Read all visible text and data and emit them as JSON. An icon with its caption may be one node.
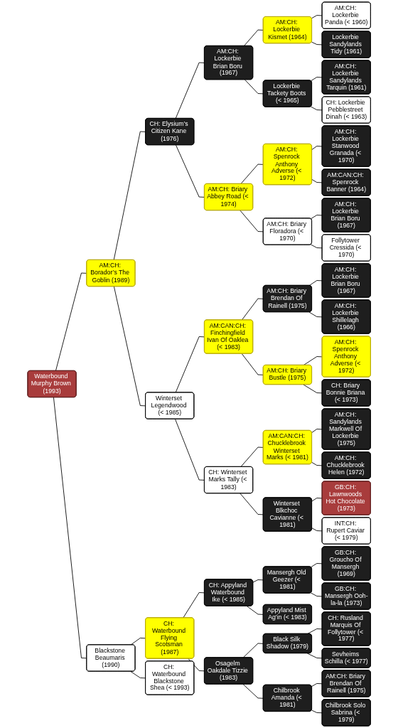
{
  "diagram": {
    "nodes": [
      {
        "text": [
          "AM:CH: Lockerbie Panda (< 1960)"
        ]
      },
      {
        "text": [
          "AM:CH: Lockerbie Kismet (1964)"
        ]
      },
      {
        "text": [
          "Lockerbie Sandylands Tidy (1961)"
        ]
      },
      {
        "text": [
          "AM:CH: Lockerbie Brian Boru (1967)"
        ]
      },
      {
        "text": [
          "AM:CH: Lockerbie Sandylands Tarquin (1961)"
        ]
      },
      {
        "text": [
          "Lockerbie Tackety Boots (< 1965)"
        ]
      },
      {
        "text": [
          "CH: Lockerbie Pebblestreet Dinah (< 1963)"
        ]
      },
      {
        "text": [
          "CH: Elysium’s Citizen Kane (1976)"
        ]
      },
      {
        "text": [
          "AM:CH: Lockerbie Stanwood Granada (< 1970)"
        ]
      },
      {
        "text": [
          "AM:CH: Spenrock Anthony Adverse (< 1972)"
        ]
      },
      {
        "text": [
          "AM:CAN:CH: Spenrock Banner (1964)"
        ]
      },
      {
        "text": [
          "AM:CH: Briary Abbey Road (< 1974)"
        ]
      },
      {
        "text": [
          "AM:CH: Lockerbie Brian Boru (1967)"
        ]
      },
      {
        "text": [
          "AM:CH: Briary Floradora (< 1970)"
        ]
      },
      {
        "text": [
          "Follytower Cressida (< 1970)"
        ]
      },
      {
        "text": [
          "AM:CH: Borador’s The Goblin (1989)"
        ]
      },
      {
        "text": [
          "AM:CH: Lockerbie Brian Boru (1967)"
        ]
      },
      {
        "text": [
          "AM:CH: Briary Brendan Of Rainell (1975)"
        ]
      },
      {
        "text": [
          "AM:CH: Lockerbie Shillelagh (1966)"
        ]
      },
      {
        "text": [
          "AM:CAN:CH: Finchingfield Ivan Of Oaklea (< 1983)"
        ]
      },
      {
        "text": [
          "AM:CH: Spenrock Anthony Adverse (< 1972)"
        ]
      },
      {
        "text": [
          "AM:CH: Briary Bustle (1975)"
        ]
      },
      {
        "text": [
          "CH: Briary Bonnie Briana (< 1973)"
        ]
      },
      {
        "text": [
          "Winterset Legendwood (< 1985)"
        ]
      },
      {
        "text": [
          "AM:CH: Sandylands Markwell Of Lockerbie (1975)"
        ]
      },
      {
        "text": [
          "AM:CAN:CH: Chucklebrook Winterset Marks (< 1981)"
        ]
      },
      {
        "text": [
          "AM:CH: Chucklebrook Helen (1972)"
        ]
      },
      {
        "text": [
          "CH: Winterset Marks Tally (< 1983)"
        ]
      },
      {
        "text": [
          "GB:CH: Lawnwoods Hot Chocolate (1973)"
        ]
      },
      {
        "text": [
          "Winterset Blkchoc Cavianne (< 1981)"
        ]
      },
      {
        "text": [
          "INT:CH: Rupert Caviar (< 1979)"
        ]
      },
      {
        "text": [
          "Waterbound Murphy Brown (1993)"
        ]
      },
      {
        "text": [
          "GB:CH: Groucho Of Mansergh (1969)"
        ]
      },
      {
        "text": [
          "Mansergh Old Geezer (< 1981)"
        ]
      },
      {
        "text": [
          "GB:CH: Mansergh Ooh-la-la (1973)"
        ]
      },
      {
        "text": [
          "CH: Appyland Waterbound Ike (< 1985)"
        ]
      },
      {
        "text": [
          "Appyland Mist Ag’in (< 1983)"
        ]
      },
      {
        "text": [
          "CH: Waterbound Flying Scotsman (1987)"
        ]
      },
      {
        "text": [
          "CH: Rusland Marquis Of Follytower (< 1977)"
        ]
      },
      {
        "text": [
          "Black Silk Shadow (1979)"
        ]
      },
      {
        "text": [
          "Sevheims Schilla (< 1977)"
        ]
      },
      {
        "text": [
          "Osagelm Oakdale Tizzie (1983)"
        ]
      },
      {
        "text": [
          "AM:CH: Briary Brendan Of Rainell (1975)"
        ]
      },
      {
        "text": [
          "Chilbrook Amanda (< 1981)"
        ]
      },
      {
        "text": [
          "Chilbrook Solo Sabrina (< 1979)"
        ]
      },
      {
        "text": [
          "Blackstone Beaumaris (1990)"
        ]
      },
      {
        "text": [
          "CH: Waterbound Blackstone Shea (< 1993)"
        ]
      }
    ],
    "edges": [
      {
        "from": 31,
        "to": 15,
        "arrow": "none"
      },
      {
        "from": 31,
        "to": 45,
        "arrow": "none"
      },
      {
        "from": 15,
        "to": 7,
        "arrow": "none"
      },
      {
        "from": 15,
        "to": 23,
        "arrow": "none"
      },
      {
        "from": 45,
        "to": 37,
        "arrow": "none"
      },
      {
        "from": 45,
        "to": 46,
        "arrow": "none"
      },
      {
        "from": 7,
        "to": 3,
        "arrow": "none"
      },
      {
        "from": 7,
        "to": 11,
        "arrow": "none"
      },
      {
        "from": 23,
        "to": 19,
        "arrow": "none"
      },
      {
        "from": 23,
        "to": 27,
        "arrow": "none"
      },
      {
        "from": 37,
        "to": 35,
        "arrow": "none"
      },
      {
        "from": 37,
        "to": 41,
        "arrow": "none"
      },
      {
        "from": 3,
        "to": 1,
        "arrow": "none"
      },
      {
        "from": 3,
        "to": 5,
        "arrow": "none"
      },
      {
        "from": 11,
        "to": 9,
        "arrow": "none"
      },
      {
        "from": 11,
        "to": 13,
        "arrow": "none"
      },
      {
        "from": 19,
        "to": 17,
        "arrow": "none"
      },
      {
        "from": 19,
        "to": 21,
        "arrow": "none"
      },
      {
        "from": 27,
        "to": 25,
        "arrow": "none"
      },
      {
        "from": 27,
        "to": 29,
        "arrow": "none"
      },
      {
        "from": 35,
        "to": 33,
        "arrow": "none"
      },
      {
        "from": 35,
        "to": 36,
        "arrow": "none"
      },
      {
        "from": 41,
        "to": 39,
        "arrow": "none"
      },
      {
        "from": 41,
        "to": 43,
        "arrow": "none"
      },
      {
        "from": 1,
        "to": 0,
        "arrow": "none"
      },
      {
        "from": 1,
        "to": 2,
        "arrow": "none"
      },
      {
        "from": 5,
        "to": 4,
        "arrow": "none"
      },
      {
        "from": 5,
        "to": 6,
        "arrow": "none"
      },
      {
        "from": 9,
        "to": 8,
        "arrow": "none"
      },
      {
        "from": 9,
        "to": 10,
        "arrow": "none"
      },
      {
        "from": 13,
        "to": 12,
        "arrow": "none"
      },
      {
        "from": 13,
        "to": 14,
        "arrow": "none"
      },
      {
        "from": 17,
        "to": 16,
        "arrow": "none"
      },
      {
        "from": 17,
        "to": 18,
        "arrow": "none"
      },
      {
        "from": 21,
        "to": 20,
        "arrow": "none"
      },
      {
        "from": 21,
        "to": 22,
        "arrow": "none"
      },
      {
        "from": 25,
        "to": 24,
        "arrow": "none"
      },
      {
        "from": 25,
        "to": 26,
        "arrow": "none"
      },
      {
        "from": 29,
        "to": 28,
        "arrow": "none"
      },
      {
        "from": 29,
        "to": 30,
        "arrow": "none"
      },
      {
        "from": 33,
        "to": 32,
        "arrow": "none"
      },
      {
        "from": 33,
        "to": 34,
        "arrow": "none"
      },
      {
        "from": 39,
        "to": 38,
        "arrow": "none"
      },
      {
        "from": 39,
        "to": 40,
        "arrow": "none"
      },
      {
        "from": 43,
        "to": 42,
        "arrow": "none"
      },
      {
        "from": 43,
        "to": 44,
        "arrow": "none"
      }
    ]
  }
}
